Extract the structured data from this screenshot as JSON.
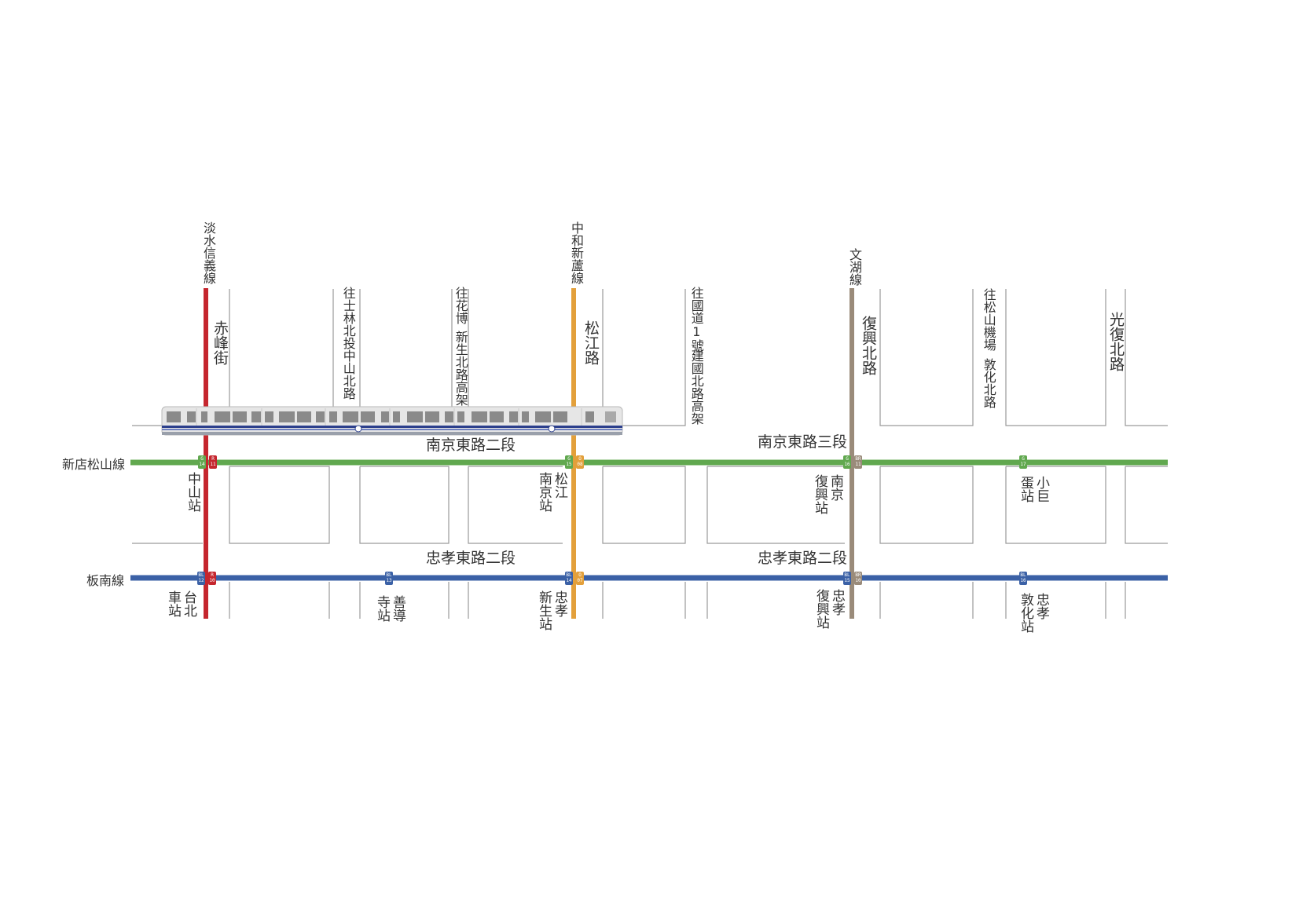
{
  "lines": {
    "tamsui_xinyi": {
      "name": "淡水信義線",
      "color": "#c5262e"
    },
    "zhonghe_xinlu": {
      "name": "中和新蘆線",
      "color": "#e3a03b"
    },
    "wenhu": {
      "name": "文湖線",
      "color": "#9a8b7a"
    },
    "songshan_xindian": {
      "name": "新店松山線",
      "color": "#61a84f"
    },
    "bannan": {
      "name": "板南線",
      "color": "#3b61a6"
    }
  },
  "roads": {
    "chifeng": "赤峰街",
    "to_shilin": "往士林北投中山北路",
    "to_huabo_1": "往花博",
    "to_huabo_2": "新生北路高架",
    "songjiang": "松江路",
    "to_freeway_1": "往國道1號",
    "to_freeway_2": "建國北路高架",
    "fuxing_n": "復興北路",
    "to_airport_1": "往松山機場",
    "to_airport_2": "敦化北路",
    "guangfu_n": "光復北路",
    "nanjing_2": "南京東路二段",
    "nanjing_3": "南京東路三段",
    "zhongxiao_2a": "忠孝東路二段",
    "zhongxiao_2b": "忠孝東路二段"
  },
  "stations": {
    "zhongshan": "中山站",
    "songjiang_nanjing_1": "松江",
    "songjiang_nanjing_2": "南京站",
    "nanjing_fuxing_1": "南京",
    "nanjing_fuxing_2": "復興站",
    "xiaojudan_1": "小巨",
    "xiaojudan_2": "蛋站",
    "taipei_main_1": "台北",
    "taipei_main_2": "車站",
    "shandao_1": "善導",
    "shandao_2": "寺站",
    "zhongxiao_xinsheng_1": "忠孝",
    "zhongxiao_xinsheng_2": "新生站",
    "zhongxiao_fuxing_1": "忠孝",
    "zhongxiao_fuxing_2": "復興站",
    "zhongxiao_dunhua_1": "忠孝",
    "zhongxiao_dunhua_2": "敦化站"
  },
  "badges": {
    "g14": [
      "G",
      "14"
    ],
    "r11": [
      "R",
      "11"
    ],
    "g15": [
      "G",
      "15"
    ],
    "o08": [
      "O",
      "08"
    ],
    "g16": [
      "G",
      "16"
    ],
    "br11": [
      "BR",
      "11"
    ],
    "g17": [
      "G",
      "17"
    ],
    "bl12": [
      "BL",
      "12"
    ],
    "r10": [
      "R",
      "10"
    ],
    "bl13": [
      "BL",
      "13"
    ],
    "bl14": [
      "BL",
      "14"
    ],
    "o07": [
      "O",
      "07"
    ],
    "bl15": [
      "BL",
      "15"
    ],
    "br10": [
      "BR",
      "10"
    ],
    "bl16": [
      "BL",
      "16"
    ]
  },
  "colors": {
    "road": "#999999",
    "train_body": "#e6e6e6",
    "train_window": "#8a8a8a",
    "train_stripe": "#2c3f8c"
  }
}
